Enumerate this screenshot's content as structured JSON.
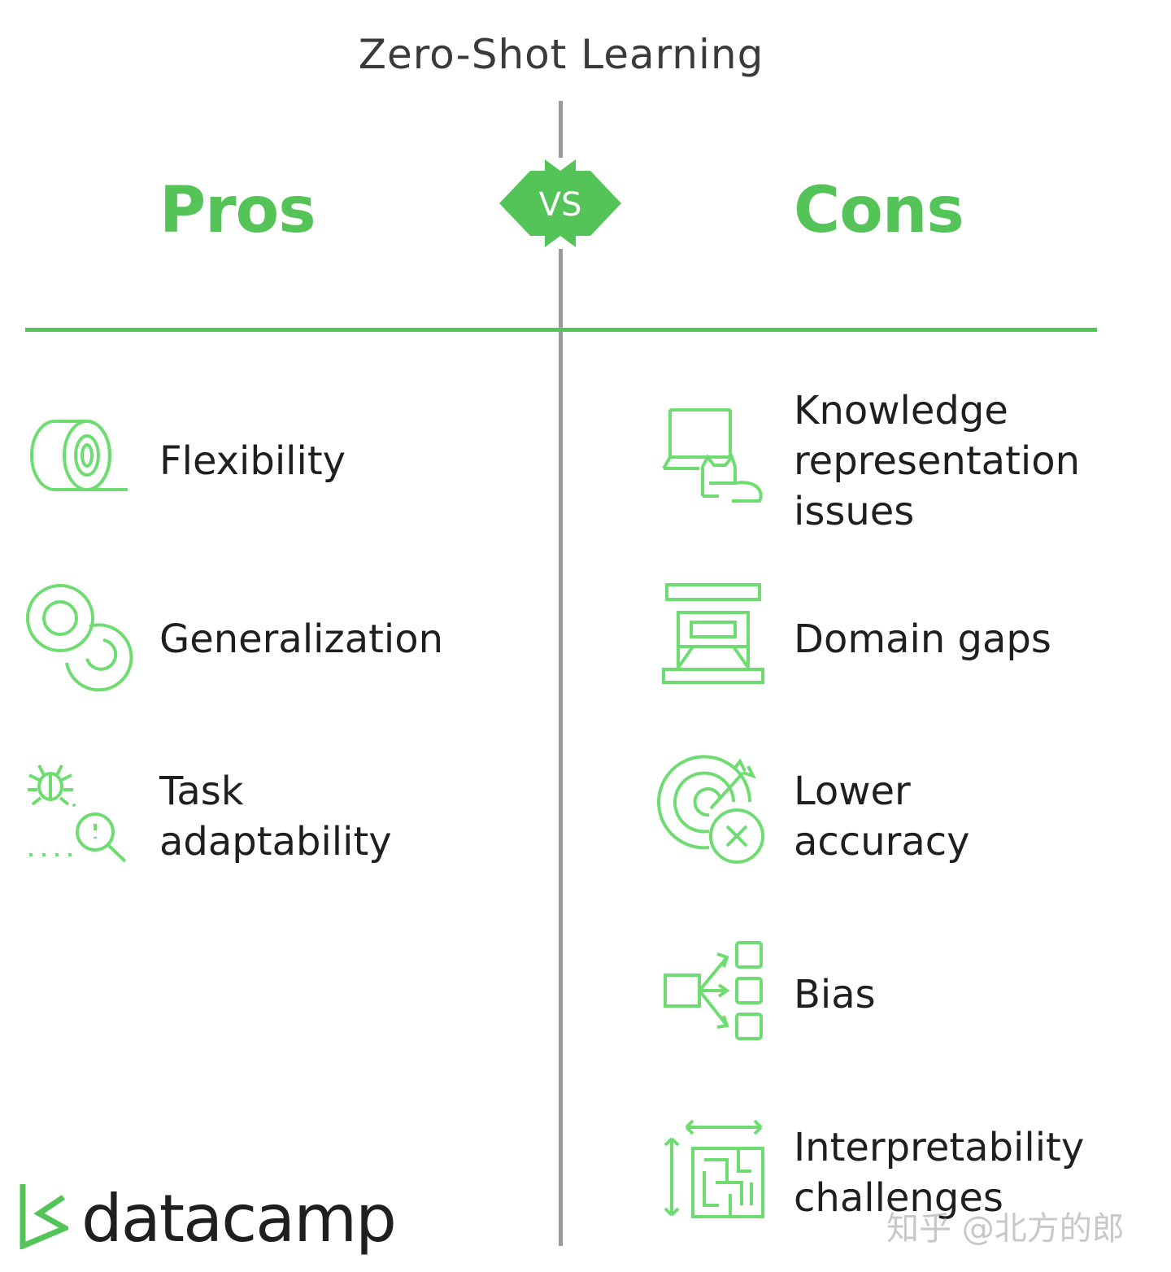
{
  "title": "Zero-Shot Learning",
  "vs_label": "VS",
  "pros": {
    "heading": "Pros",
    "items": [
      {
        "label": "Flexibility",
        "icon": "tape-roll-icon"
      },
      {
        "label": "Generalization",
        "icon": "concentric-rings-icon"
      },
      {
        "label": "Task\nadaptability",
        "icon": "bug-magnifier-icon"
      }
    ]
  },
  "cons": {
    "heading": "Cons",
    "items": [
      {
        "label": "Knowledge\nrepresentation\nissues",
        "icon": "laptop-cat-icon"
      },
      {
        "label": "Domain gaps",
        "icon": "bridge-gap-icon"
      },
      {
        "label": "Lower\naccuracy",
        "icon": "target-miss-icon"
      },
      {
        "label": "Bias",
        "icon": "branching-arrows-icon"
      },
      {
        "label": "Interpretability\nchallenges",
        "icon": "maze-grid-icon"
      }
    ]
  },
  "logo": {
    "text": "datacamp",
    "icon": "datacamp-logo-icon"
  },
  "watermark": "知乎 @北方的郎",
  "colors": {
    "accent": "#55c458",
    "icon_stroke": "#6fdc72",
    "text": "#1f1f1f",
    "divider": "#9b9b9b"
  }
}
